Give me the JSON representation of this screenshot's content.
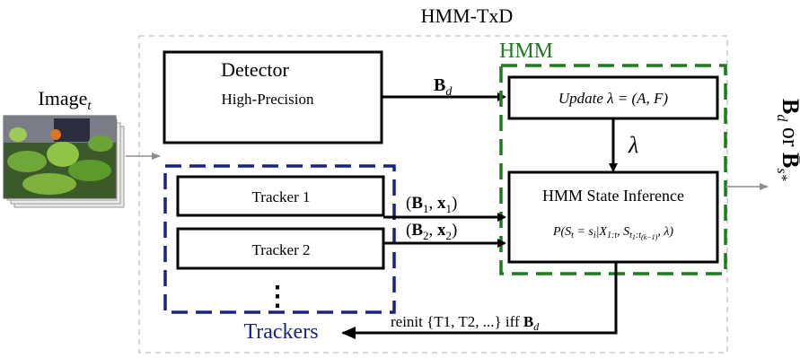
{
  "title": "HMM-TxD",
  "input": {
    "label": "Image",
    "subscript": "t"
  },
  "detector": {
    "title": "Detector",
    "subtitle": "High-Precision"
  },
  "detector_output": {
    "main": "B",
    "sub": "d"
  },
  "hmm": {
    "label": "HMM",
    "update_box": "Update λ = (A, F)",
    "lambda": "λ",
    "inference_title": "HMM State Inference",
    "inference_formula": "P(S_t = s_i | X_{1:t}, S_{t1:t(k−1)}, λ)"
  },
  "trackers": {
    "label": "Trackers",
    "items": [
      "Tracker 1",
      "Tracker 2"
    ],
    "ellipsis": "⋮",
    "outputs": [
      {
        "b": "B",
        "bsub": "1",
        "x": "x",
        "xsub": "1"
      },
      {
        "b": "B",
        "bsub": "2",
        "x": "x",
        "xsub": "2"
      }
    ]
  },
  "reinit": {
    "text": "reinit {T1, T2, ...} iff ",
    "b": "B",
    "bsub": "d"
  },
  "output": {
    "text": "B_d or B̄_s*"
  },
  "colors": {
    "hmm": "#1f7a1f",
    "trackers": "#1a237e",
    "outer": "#c0c0c0"
  }
}
